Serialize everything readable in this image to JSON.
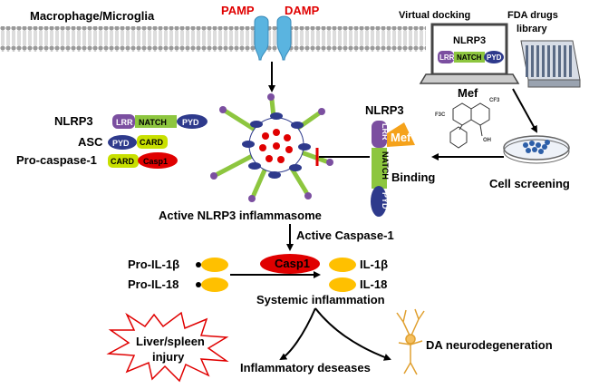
{
  "membrane": {
    "cell_label": "Macrophage/Microglia",
    "pamp": "PAMP",
    "damp": "DAMP"
  },
  "legend": {
    "nlrp3": "NLRP3",
    "asc": "ASC",
    "pro_caspase": "Pro-caspase-1",
    "lrr": "LRR",
    "natch": "NATCH",
    "pyd": "PYD",
    "card": "CARD",
    "casp1": "Casp1"
  },
  "screening": {
    "virtual_docking": "Virtual docking",
    "fda_library": "FDA drugs library",
    "laptop_protein": "NLRP3",
    "lrr": "LRR",
    "natch": "NATCH",
    "pyd": "PYD",
    "mef": "Mef",
    "cell_screening": "Cell  screening"
  },
  "binding": {
    "protein": "NLRP3",
    "lrr": "LRR",
    "natch": "NATCH",
    "pyd": "PYD",
    "mef": "Mef",
    "binding_label": "Binding"
  },
  "pathway": {
    "active_inflammasome": "Active NLRP3 inflammasome",
    "active_caspase": "Active Caspase-1",
    "casp1": "Casp1",
    "pro_il1b": "Pro-IL-1β",
    "pro_il18": "Pro-IL-18",
    "il1b": "IL-1β",
    "il18": "IL-18",
    "systemic": "Systemic inflammation"
  },
  "outcomes": {
    "liver_line1": "Liver/spleen",
    "liver_line2": "injury",
    "inflammatory": "Inflammatory deseases",
    "da": "DA neurodegeneration"
  },
  "colors": {
    "lrr": "#7b4fa0",
    "natch": "#8dc63f",
    "pyd": "#2e3a8c",
    "card": "#c8e000",
    "casp1": "#e00000",
    "mef": "#f5a21b",
    "pamp_text": "#e00000",
    "receptor": "#5ab4e0",
    "il_ellipse": "#ffc000",
    "inhibit": "#e00000"
  }
}
